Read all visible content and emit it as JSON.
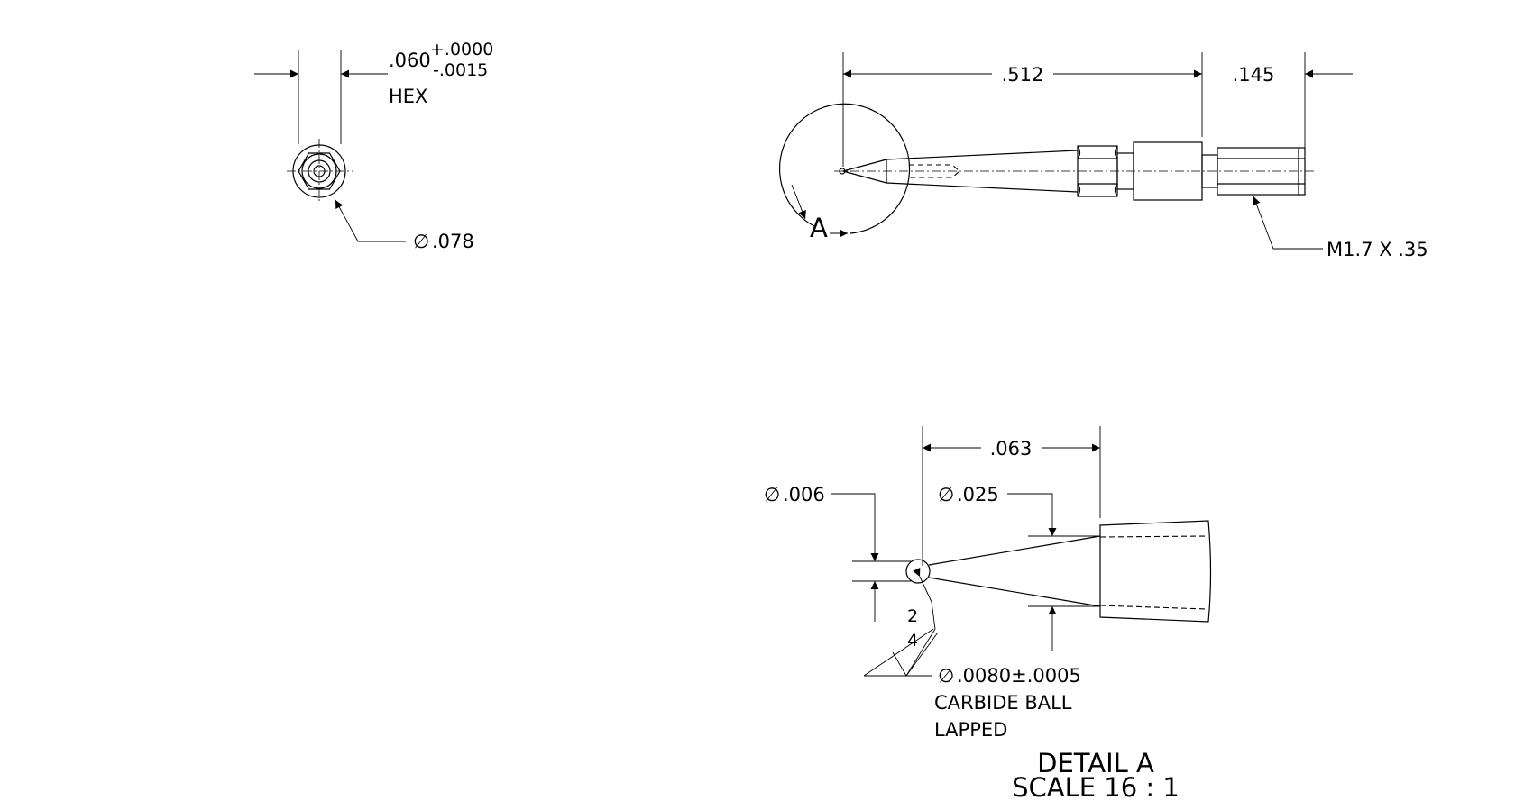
{
  "end_view": {
    "hex_dim": ".060",
    "hex_tol_upper": "+.0000",
    "hex_tol_lower": "-.0015",
    "hex_label": "HEX",
    "dia_symbol": "∅",
    "diameter": ".078"
  },
  "side_view": {
    "length_dim": ".512",
    "thread_length_dim": ".145",
    "thread_callout": "M1.7 X .35",
    "detail_label": "A"
  },
  "detail_view": {
    "taper_length_dim": ".063",
    "dia_symbol": "∅",
    "neck_dia": ".006",
    "taper_end_dia": ".025",
    "ball_dia": ".0080±.0005",
    "ball_material": "CARBIDE BALL",
    "ball_finish": "LAPPED",
    "surface_finish_top": "2",
    "surface_finish_bottom": "4",
    "title": "DETAIL A",
    "scale": "SCALE 16 : 1"
  }
}
